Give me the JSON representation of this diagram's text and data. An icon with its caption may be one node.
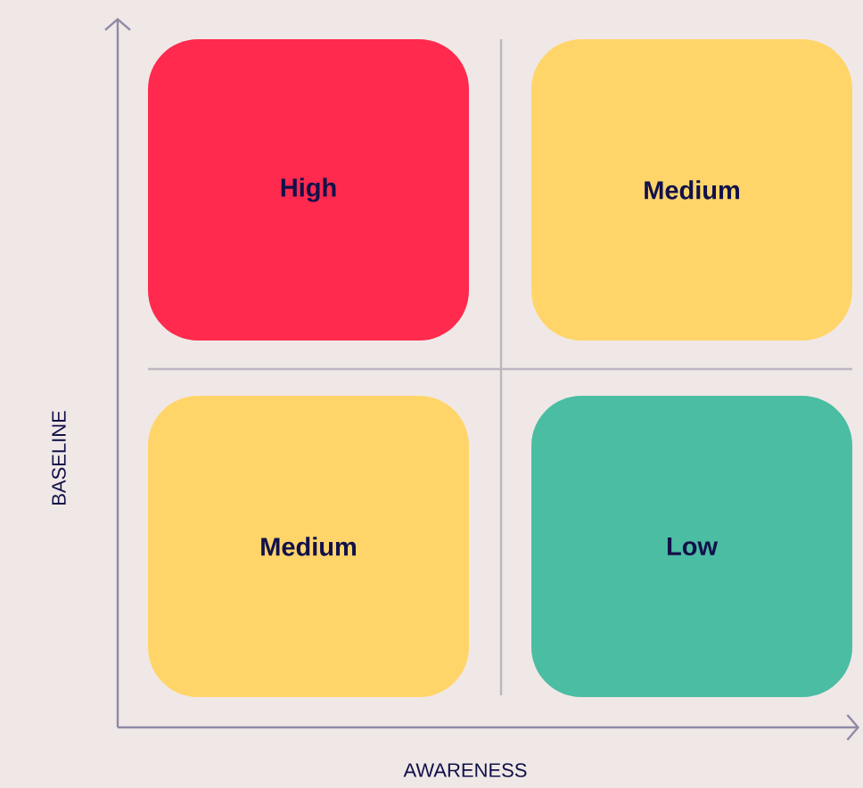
{
  "diagram": {
    "nodes": [
      {
        "text": [
          "High"
        ]
      },
      {
        "text": [
          "Medium"
        ]
      },
      {
        "text": [
          "Medium"
        ]
      },
      {
        "text": [
          "Low"
        ]
      }
    ],
    "labels": [
      "BASELINE",
      "AWARENESS"
    ]
  }
}
